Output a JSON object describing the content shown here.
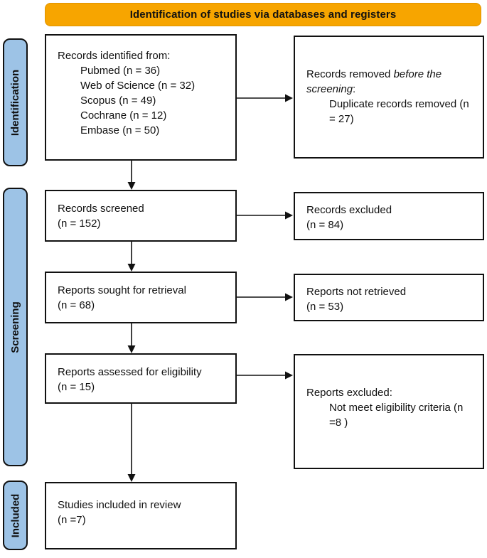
{
  "banner": {
    "title": "Identification of studies via databases and registers"
  },
  "stages": {
    "identification": "Identification",
    "screening": "Screening",
    "included": "Included"
  },
  "boxes": {
    "records_identified": {
      "intro": "Records identified from:",
      "items": [
        "Pubmed (n = 36)",
        "Web of Science (n = 32)",
        "Scopus (n = 49)",
        "Cochrane (n = 12)",
        "Embase (n = 50)"
      ]
    },
    "records_removed": {
      "line_prefix": "Records removed ",
      "line_italic": "before the screening",
      "line_suffix": ":",
      "item": "Duplicate records removed (n = 27)"
    },
    "records_screened": {
      "line1": "Records screened",
      "line2": "(n = 152)"
    },
    "records_excluded": {
      "line1": "Records excluded",
      "line2": "(n = 84)"
    },
    "reports_sought": {
      "line1": "Reports sought for retrieval",
      "line2": "(n = 68)"
    },
    "reports_not_retrieved": {
      "line1": "Reports not retrieved",
      "line2": "(n = 53)"
    },
    "reports_assessed": {
      "line1": "Reports assessed for eligibility",
      "line2": "(n = 15)"
    },
    "reports_excluded": {
      "intro": "Reports excluded:",
      "item": "Not meet eligibility criteria (n =8 )"
    },
    "studies_included": {
      "line1": "Studies included in review",
      "line2": "(n =7)"
    }
  },
  "colors": {
    "banner_bg": "#F7A500",
    "stage_bg": "#9DC3E6",
    "box_border": "#111111",
    "text": "#111111"
  }
}
